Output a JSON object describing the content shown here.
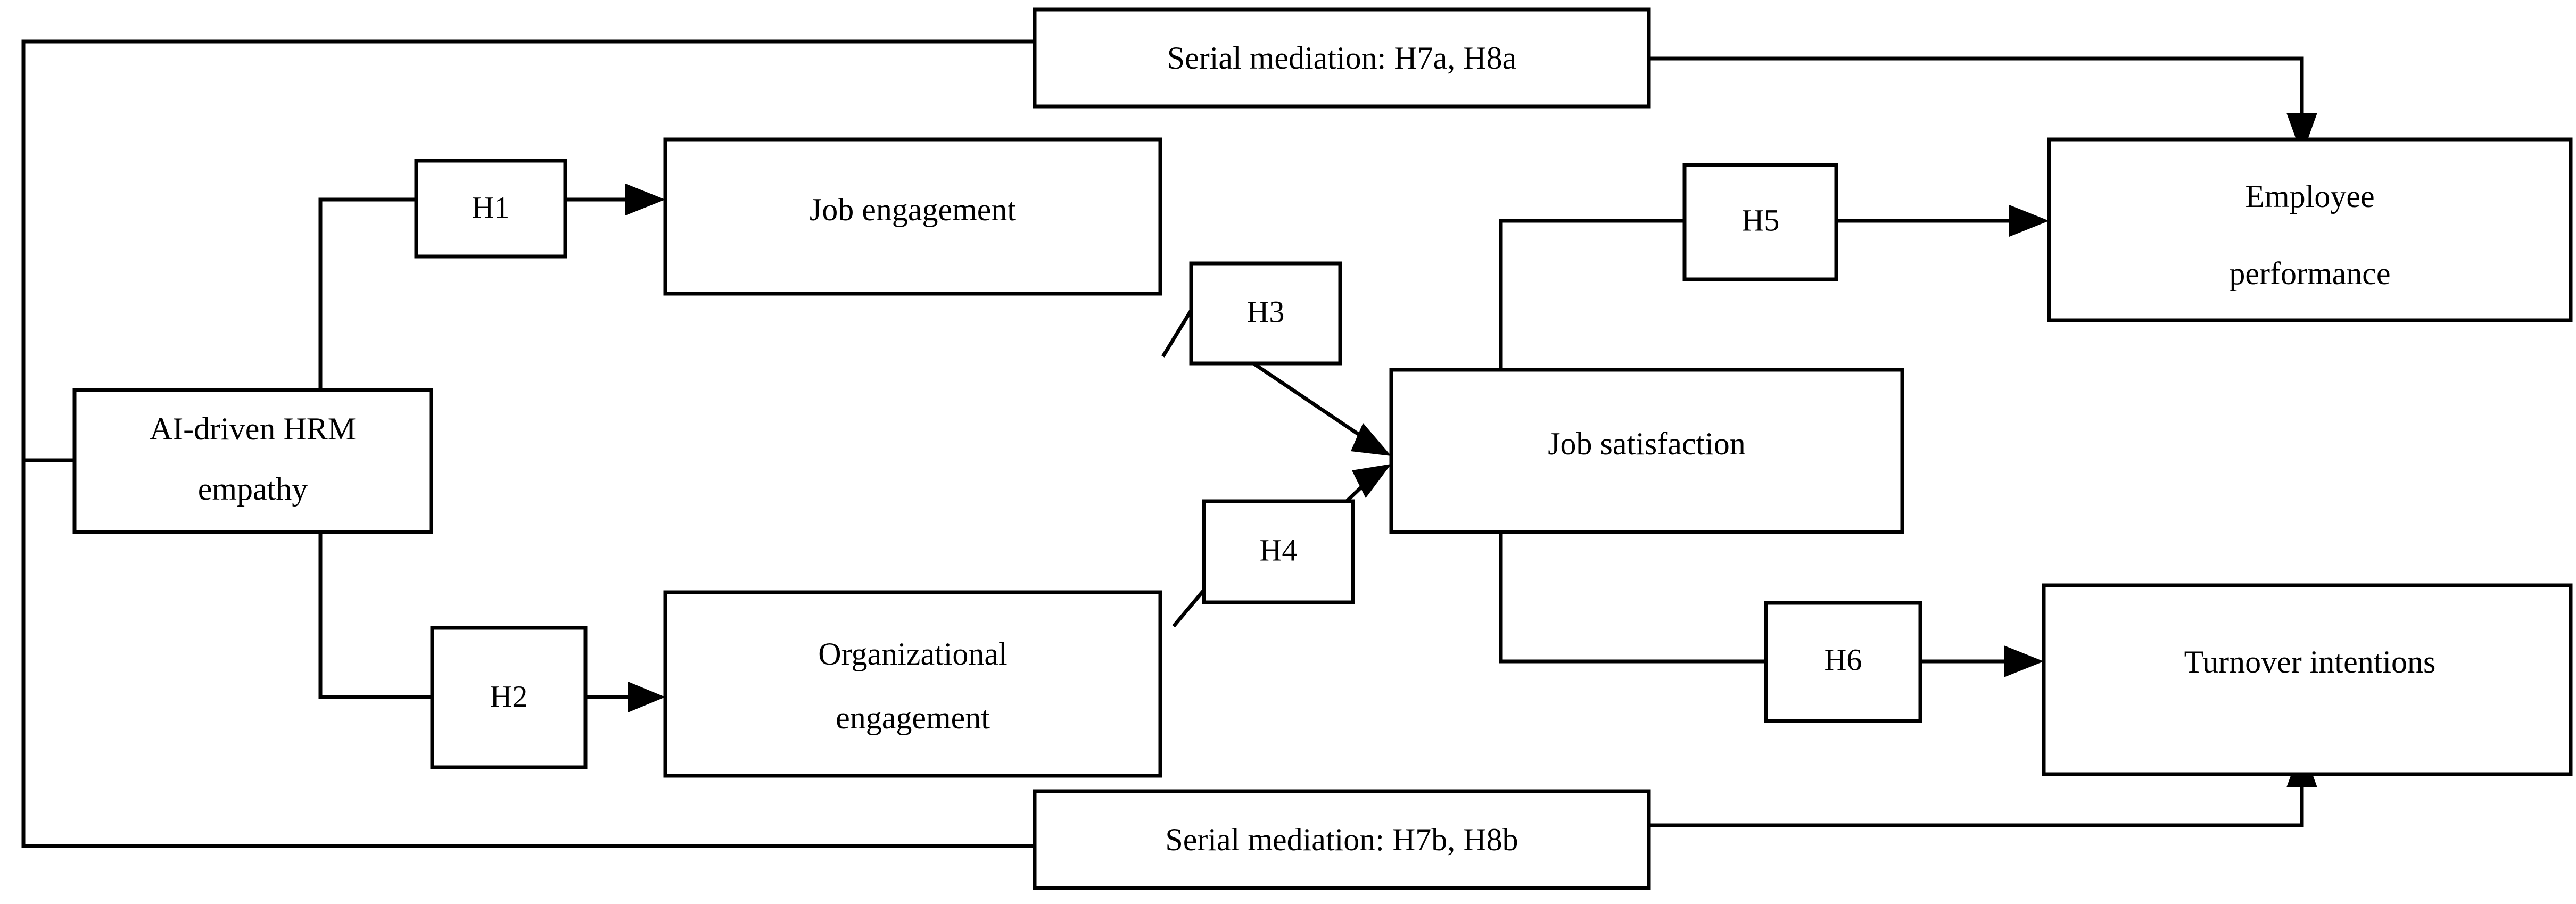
{
  "diagram": {
    "title": "AI-driven HRM empathy serial mediation research model",
    "background_color": "#ffffff",
    "line_color": "#000000",
    "text_color": "#000000",
    "nodes": {
      "antecedent": {
        "line1": "AI-driven HRM",
        "line2": "empathy"
      },
      "mediator_job_engagement": {
        "label": "Job engagement"
      },
      "mediator_org_engagement": {
        "line1": "Organizational",
        "line2": "engagement"
      },
      "mediator_job_satisfaction": {
        "label": "Job satisfaction"
      },
      "outcome_employee_performance": {
        "line1": "Employee",
        "line2": "performance"
      },
      "outcome_turnover_intentions": {
        "label": "Turnover intentions"
      }
    },
    "hypotheses": {
      "h1": "H1",
      "h2": "H2",
      "h3": "H3",
      "h4": "H4",
      "h5": "H5",
      "h6": "H6"
    },
    "mediation_boxes": {
      "top": "Serial mediation: H7a, H8a",
      "bottom": "Serial mediation: H7b, H8b"
    },
    "paths": [
      {
        "from": "AI-driven HRM empathy",
        "via": "H1",
        "to": "Job engagement"
      },
      {
        "from": "AI-driven HRM empathy",
        "via": "H2",
        "to": "Organizational engagement"
      },
      {
        "from": "Job engagement",
        "via": "H3",
        "to": "Job satisfaction"
      },
      {
        "from": "Organizational engagement",
        "via": "H4",
        "to": "Job satisfaction"
      },
      {
        "from": "Job satisfaction",
        "via": "H5",
        "to": "Employee performance"
      },
      {
        "from": "Job satisfaction",
        "via": "H6",
        "to": "Turnover intentions"
      },
      {
        "from": "AI-driven HRM empathy",
        "via": "Serial mediation: H7a, H8a",
        "to": "Employee performance"
      },
      {
        "from": "AI-driven HRM empathy",
        "via": "Serial mediation: H7b, H8b",
        "to": "Turnover intentions"
      }
    ]
  }
}
